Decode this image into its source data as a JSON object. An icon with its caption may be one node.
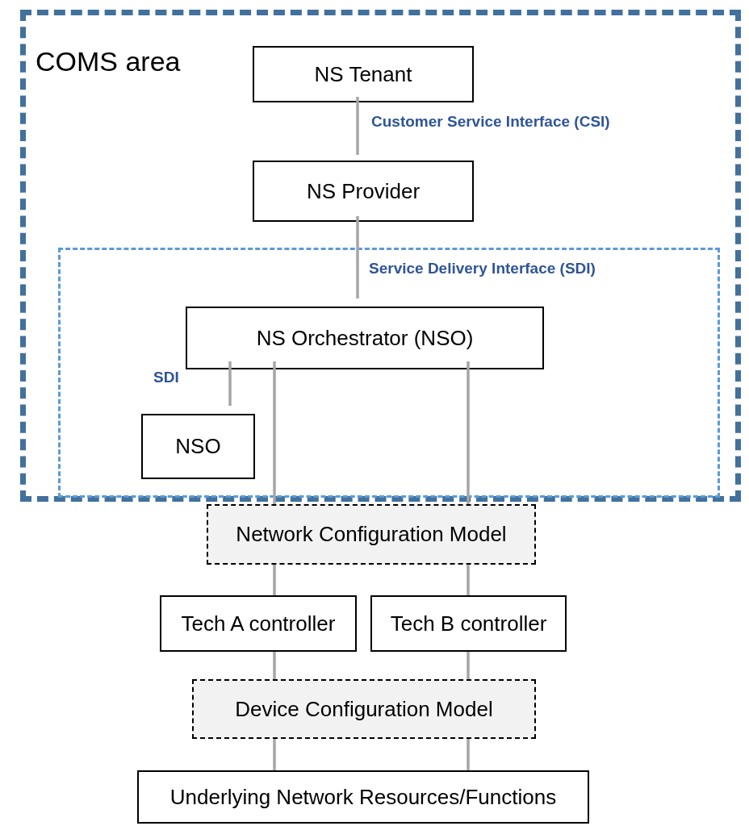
{
  "diagram": {
    "nodes": [
      {
        "text": [
          "COMS area"
        ]
      },
      {
        "text": [
          "NS Tenant"
        ],
        "in": 0
      },
      {
        "text": [
          "NS Provider"
        ],
        "in": 0
      },
      {
        "text": [],
        "shape": "box",
        "in": 0
      },
      {
        "text": [
          "NS Orchestrator (NSO)"
        ],
        "in": 3
      },
      {
        "text": [
          "NSO"
        ],
        "in": 3
      },
      {
        "text": [
          "Network Configuration Model"
        ]
      },
      {
        "text": [
          "Tech A controller"
        ]
      },
      {
        "text": [
          "Tech B controller"
        ]
      },
      {
        "text": [
          "Device Configuration Model"
        ]
      },
      {
        "text": [
          "Underlying Network Resources/Functions"
        ]
      }
    ],
    "edges": [
      {
        "from": 1,
        "to": 2,
        "arrow": "none",
        "label": "Customer Service Interface (CSI)"
      },
      {
        "from": 2,
        "to": 4,
        "arrow": "none",
        "label": "Service Delivery Interface (SDI)"
      },
      {
        "from": 4,
        "to": 5,
        "arrow": "none",
        "label": "SDI"
      },
      {
        "from": 4,
        "to": 6,
        "arrow": "none"
      },
      {
        "from": 4,
        "to": 6,
        "arrow": "none"
      },
      {
        "from": 6,
        "to": 7,
        "arrow": "none"
      },
      {
        "from": 6,
        "to": 8,
        "arrow": "none"
      },
      {
        "from": 7,
        "to": 9,
        "arrow": "none"
      },
      {
        "from": 8,
        "to": 9,
        "arrow": "none"
      },
      {
        "from": 9,
        "to": 10,
        "arrow": "none"
      },
      {
        "from": 9,
        "to": 10,
        "arrow": "none"
      }
    ]
  }
}
